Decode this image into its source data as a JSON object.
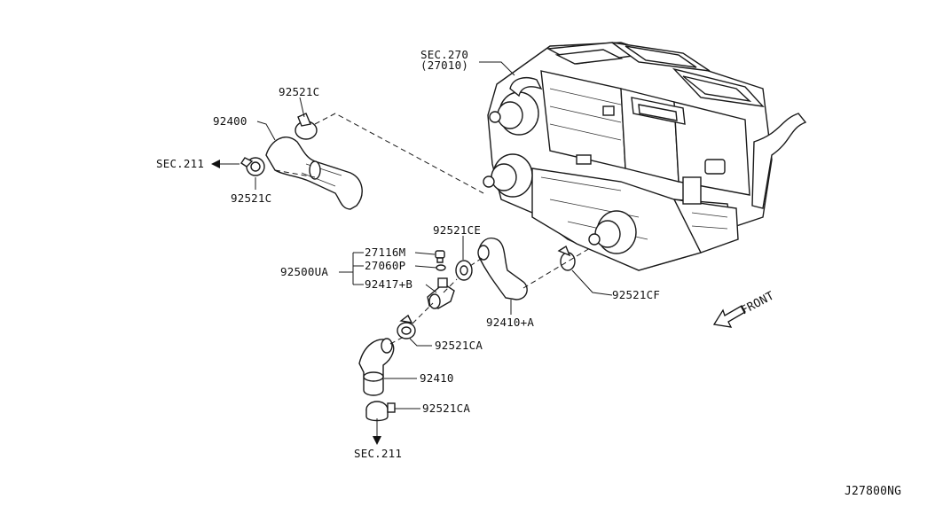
{
  "labels": {
    "sec270": "SEC.270",
    "sec270_sub": "(27010)",
    "p92521c_top": "92521C",
    "p92400": "92400",
    "sec211_left": "SEC.211",
    "p92521c_bottom": "92521C",
    "p92521ce": "92521CE",
    "p27116m": "27116M",
    "p27060p": "27060P",
    "p92500ua": "92500UA",
    "p92417b": "92417+B",
    "p92410a": "92410+A",
    "p92521cf": "92521CF",
    "p92521ca_1": "92521CA",
    "p92410": "92410",
    "p92521ca_2": "92521CA",
    "sec211_bottom": "SEC.211",
    "front": "FRONT",
    "diagram_code": "J27800NG"
  }
}
